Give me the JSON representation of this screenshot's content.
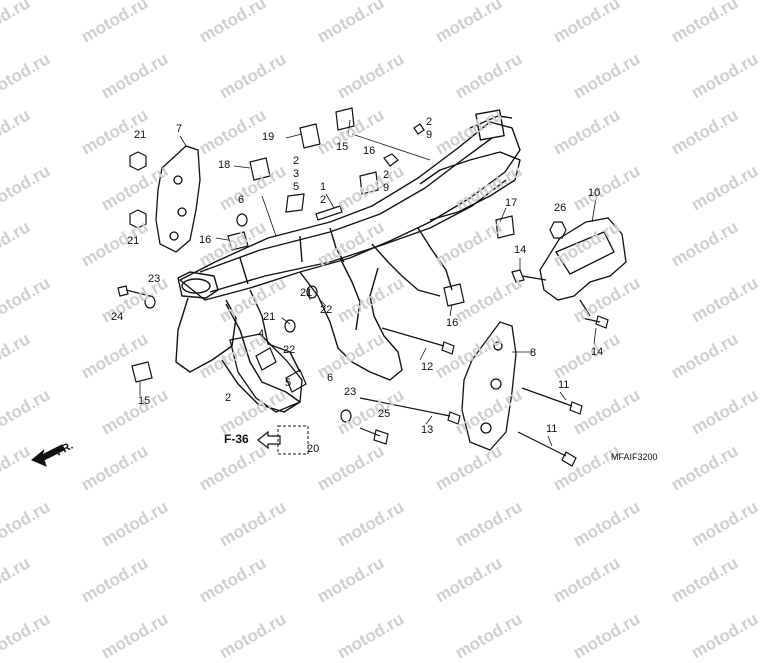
{
  "watermark": {
    "text": "motod.ru"
  },
  "diagram": {
    "code": "MFAIF3200",
    "reference": "F-36",
    "direction_label": "FR.",
    "callouts": [
      "1",
      "2",
      "3",
      "4",
      "5",
      "6",
      "7",
      "8",
      "9",
      "10",
      "11",
      "12",
      "13",
      "14",
      "15",
      "16",
      "17",
      "18",
      "19",
      "20",
      "21",
      "22",
      "23",
      "24",
      "25",
      "26"
    ]
  },
  "colors": {
    "line": "#111111",
    "watermark": "#cfcfcf",
    "background": "#ffffff"
  }
}
